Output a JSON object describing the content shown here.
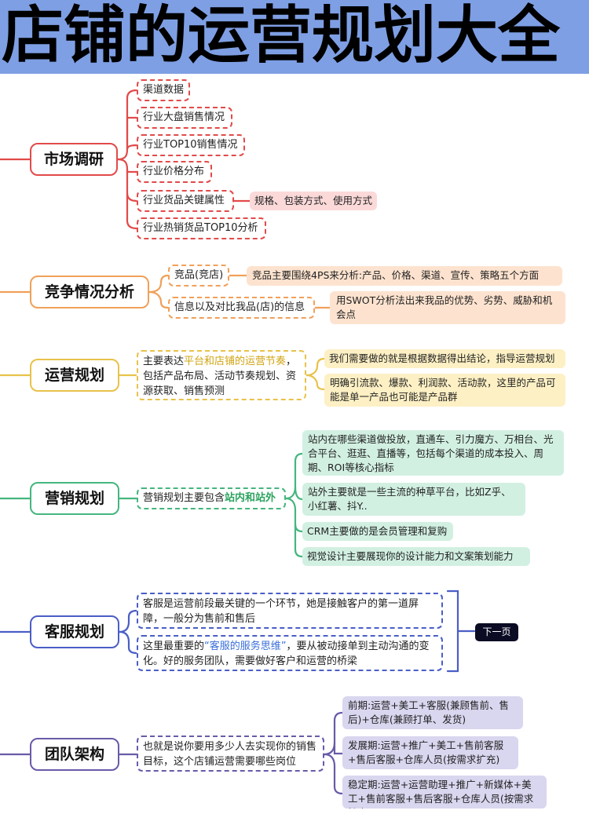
{
  "title": "店铺的运营规划大全",
  "colors": {
    "header_bg": "#7e9fe4",
    "red": "#e24a4a",
    "orange": "#f0a05a",
    "yellow": "#e8c24a",
    "green": "#44b67e",
    "blue": "#4a5ec6",
    "purple": "#6a5aa8"
  },
  "market": {
    "label": "市场调研",
    "items": [
      "渠道数据",
      "行业大盘销售情况",
      "行业TOP10销售情况",
      "行业价格分布",
      "行业货品关键属性",
      "行业热销货品TOP10分析"
    ],
    "attr_detail": "规格、包装方式、使用方式"
  },
  "competition": {
    "label": "竞争情况分析",
    "item1": "竞品(竞店)",
    "item1_detail": "竞品主要围绕4PS来分析:产品、价格、渠道、宣传、策略五个方面",
    "item2": "信息以及对比我品(店)的信息",
    "item2_detail": "用SWOT分析法出来我品的优势、劣势、威胁和机会点"
  },
  "operation": {
    "label": "运营规划",
    "desc_pre": "主要表达",
    "desc_highlight": "平台和店铺的运营节奏",
    "desc_post": "，包括产品布局、活动节奏规划、资源获取、销售预测",
    "detail1": "我们需要做的就是根据数据得出结论，指导运营规划",
    "detail2": "明确引流款、爆款、利润款、活动款，这里的产品可能是单一产品也可能是产品群"
  },
  "marketing": {
    "label": "营销规划",
    "desc_pre": "营销规划主要包含",
    "desc_highlight": "站内和站外",
    "detail1": "站内在哪些渠道做投放，直通车、引力魔方、万相台、光合平台、逛逛、直播等，包括每个渠道的成本投入、周期、ROI等核心指标",
    "detail2": "站外主要就是一些主流的种草平台，比如Z乎、小红薯、抖Y..",
    "detail3": "CRM主要做的是会员管理和复购",
    "detail4": "视觉设计主要展现你的设计能力和文案策划能力"
  },
  "service": {
    "label": "客服规划",
    "desc1": "客服是运营前段最关键的一个环节，她是接触客户的第一道屏障，一般分为售前和售后",
    "desc2_pre": "这里最重要的",
    "desc2_highlight": "“客服的服务思维”",
    "desc2_post": "，要从被动接单到主动沟通的变化。好的服务团队，需要做好客户和运营的桥梁",
    "next_label": "下一页"
  },
  "team": {
    "label": "团队架构",
    "desc": "也就是说你要用多少人去实现你的销售目标，这个店铺运营需要哪些岗位",
    "stage1": "前期:运营+美工+客服(兼顾售前、售后)+仓库(兼顾打单、发货)",
    "stage2": "发展期:运营+推广+美工+售前客服+售后客服+仓库人员(按需求扩充)",
    "stage3": "稳定期:运营+运营助理+推广+新媒体+美工+售前客服+售后客服+仓库人员(按需求扩充)"
  }
}
